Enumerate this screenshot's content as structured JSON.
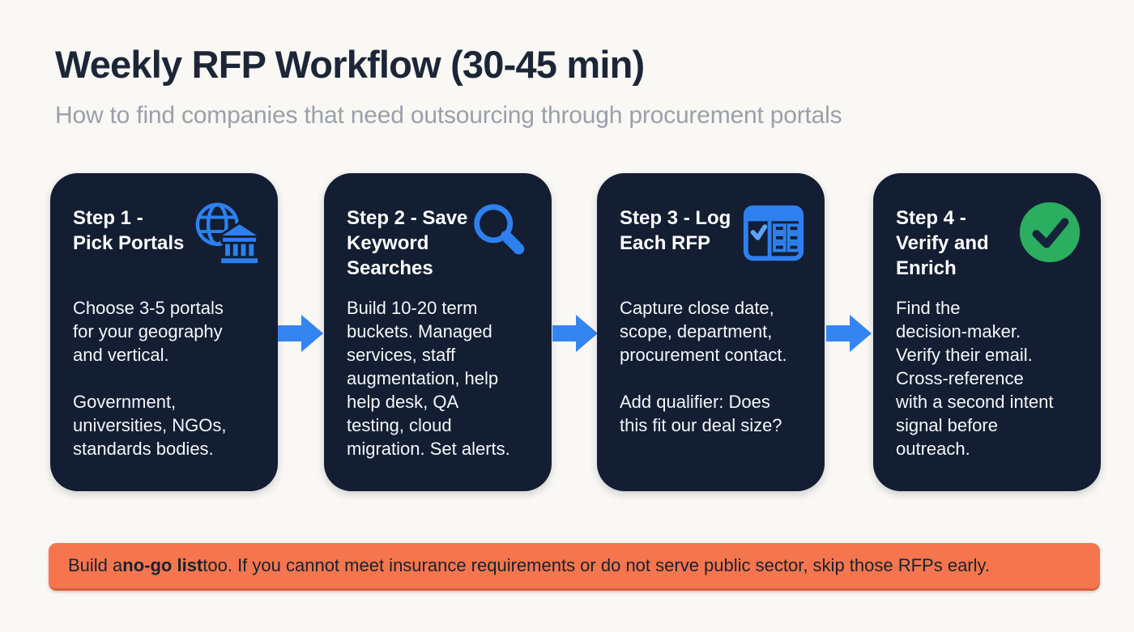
{
  "title": "Weekly RFP Workflow (30-45 min)",
  "subtitle": "How to find companies that need outsourcing through procurement portals",
  "steps": [
    {
      "title": "Step 1 -\nPick Portals",
      "icon": "globe-building-icon",
      "body": "Choose 3-5 portals\nfor your geography\nand vertical.\n\nGovernment,\nuniversities, NGOs,\nstandards bodies."
    },
    {
      "title": "Step 2 - Save\nKeyword\nSearches",
      "icon": "search-icon",
      "body": "Build 10-20 term\nbuckets. Managed\nservices, staff\naugmentation, help\nhelp desk, QA\ntesting, cloud\nmigration. Set alerts."
    },
    {
      "title": "Step 3 - Log\nEach RFP",
      "icon": "spreadsheet-icon",
      "body": "Capture close date,\nscope, department,\nprocurement contact.\n\nAdd qualifier: Does\nthis fit our deal size?"
    },
    {
      "title": "Step 4 -\nVerify and\nEnrich",
      "icon": "check-circle-icon",
      "body": "Find the\ndecision-maker.\nVerify their email.\nCross-reference\nwith a second intent\nsignal before\noutreach."
    }
  ],
  "callout": {
    "prefix": "Build a ",
    "highlight": "no-go list",
    "suffix": " too. If you cannot meet insurance requirements or do not serve public sector, skip those RFPs early."
  },
  "colors": {
    "accent_blue": "#2e80ef",
    "card_bg": "#131e33",
    "success_green": "#2bae5f",
    "callout_orange": "#f5764e",
    "title_navy": "#1c2637",
    "subtitle_gray": "#9aa0aa"
  }
}
